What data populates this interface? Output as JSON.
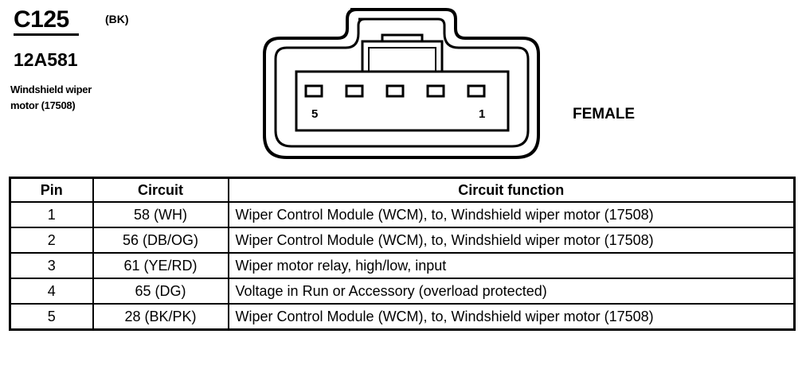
{
  "header": {
    "connector_id": "C125",
    "color_code": "(BK)",
    "part_number": "12A581",
    "description": "Windshield wiper motor (17508)"
  },
  "diagram": {
    "gender": "FEMALE",
    "pin_label_left": "5",
    "pin_label_right": "1",
    "cavity_count": 5
  },
  "table": {
    "headers": [
      "Pin",
      "Circuit",
      "Circuit function"
    ],
    "rows": [
      {
        "pin": "1",
        "circuit": "58 (WH)",
        "function": "Wiper Control Module (WCM), to, Windshield wiper motor (17508)"
      },
      {
        "pin": "2",
        "circuit": "56 (DB/OG)",
        "function": "Wiper Control Module (WCM), to, Windshield wiper motor (17508)"
      },
      {
        "pin": "3",
        "circuit": "61 (YE/RD)",
        "function": "Wiper motor relay, high/low, input"
      },
      {
        "pin": "4",
        "circuit": "65 (DG)",
        "function": "Voltage in Run or Accessory (overload protected)"
      },
      {
        "pin": "5",
        "circuit": "28 (BK/PK)",
        "function": "Wiper Control Module (WCM), to, Windshield wiper motor (17508)"
      }
    ]
  }
}
